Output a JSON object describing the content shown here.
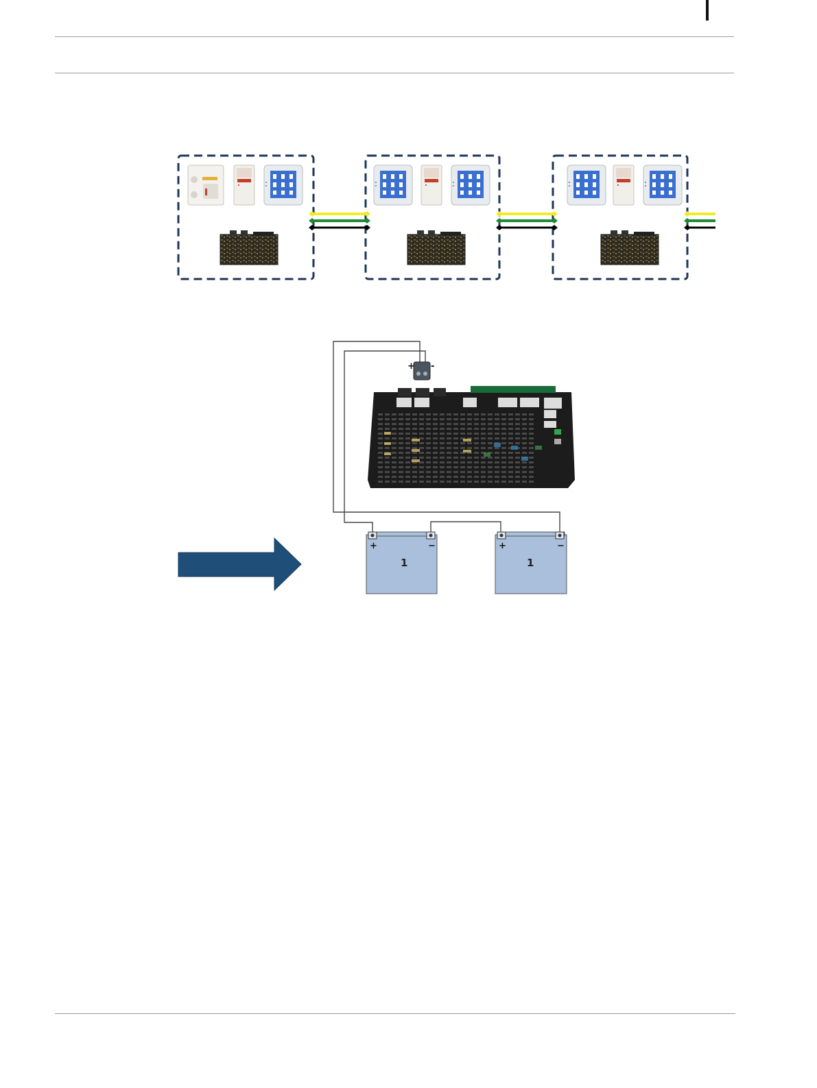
{
  "page": {
    "header_rules": 2,
    "footer_rules": 1
  },
  "network_diagram": {
    "sections": [
      {
        "name": "panel-section-1",
        "devices": [
          "front-panel-module",
          "small-module",
          "touch-display"
        ],
        "controller": "controller-board"
      },
      {
        "name": "panel-section-2",
        "devices": [
          "touch-display",
          "small-module",
          "touch-display"
        ],
        "controller": "controller-board"
      },
      {
        "name": "panel-section-3",
        "devices": [
          "touch-display",
          "small-module",
          "touch-display"
        ],
        "controller": "controller-board"
      }
    ],
    "bus_colors": [
      "#f3ea2a",
      "#1e8a35",
      "#000000"
    ],
    "frame_color": "#1d3557"
  },
  "battery_diagram": {
    "connector_plus": "+",
    "connector_minus": "-",
    "batteries": [
      {
        "label": "1",
        "plus": "+",
        "minus": "−"
      },
      {
        "label": "1",
        "plus": "+",
        "minus": "−"
      }
    ],
    "battery_fill": "#a9bfdc",
    "arrow_color": "#1f4e79"
  }
}
